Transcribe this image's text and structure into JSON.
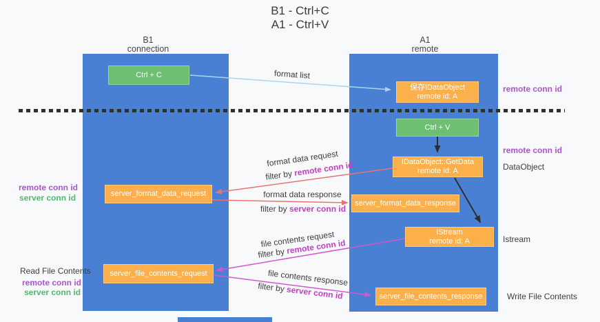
{
  "title": {
    "line1": "B1 - Ctrl+C",
    "line2": "A1 - Ctrl+V"
  },
  "lanes": {
    "left": {
      "name": "B1",
      "role": "connection"
    },
    "right": {
      "name": "A1",
      "role": "remote"
    }
  },
  "nodes": {
    "ctrl_c": {
      "label": "Ctrl + C"
    },
    "save_idataobject": {
      "line1": "保存IDataObject",
      "line2": "remote id: A"
    },
    "ctrl_v": {
      "label": "Ctrl + V"
    },
    "getdata": {
      "line1": "IDataObject::GetData",
      "line2": "remote id: A"
    },
    "server_format_data_request": {
      "label": "server_format_data_request"
    },
    "server_format_data_response": {
      "label": "server_format_data_response"
    },
    "istream": {
      "line1": "IStream",
      "line2": "remote id: A"
    },
    "server_file_contents_request": {
      "label": "server_file_contents_request"
    },
    "server_file_contents_response": {
      "label": "server_file_contents_response"
    }
  },
  "arrow_labels": {
    "format_list": "format list",
    "format_data_request": "format data request",
    "filter_by_remote_1": {
      "prefix": "filter by ",
      "id": "remote conn id"
    },
    "format_data_response": "format data response",
    "filter_by_server_1": {
      "prefix": "filter by ",
      "id": "server conn id"
    },
    "file_contents_request": "file contents request",
    "filter_by_remote_2": {
      "prefix": "filter by ",
      "id": "remote conn id"
    },
    "file_contents_response": "file contents response",
    "filter_by_server_2": {
      "prefix": "filter by ",
      "id": "server conn id"
    }
  },
  "side_labels": {
    "right_remote_conn_top": "remote conn id",
    "right_remote_conn_mid": "remote conn id",
    "dataobject": "DataObject",
    "istream": "Istream",
    "write_file_contents": "Write File Contents",
    "left_remote_conn_1": "remote conn id",
    "left_server_conn_1": "server conn id",
    "read_file_contents": "Read File Contents",
    "left_remote_conn_2": "remote conn id",
    "left_server_conn_2": "server conn id"
  },
  "colors": {
    "lane_blue": "#4a80d4",
    "node_orange": "#fbb04c",
    "node_green": "#6dbf71",
    "purple_label": "#a958c9",
    "magenta_label": "#c33fc4",
    "green_label": "#54b96a",
    "arrow_red": "#e97373",
    "arrow_magenta": "#cd59ce",
    "arrow_lightblue": "#a9d5f1",
    "arrow_black": "#2e2e2e"
  }
}
